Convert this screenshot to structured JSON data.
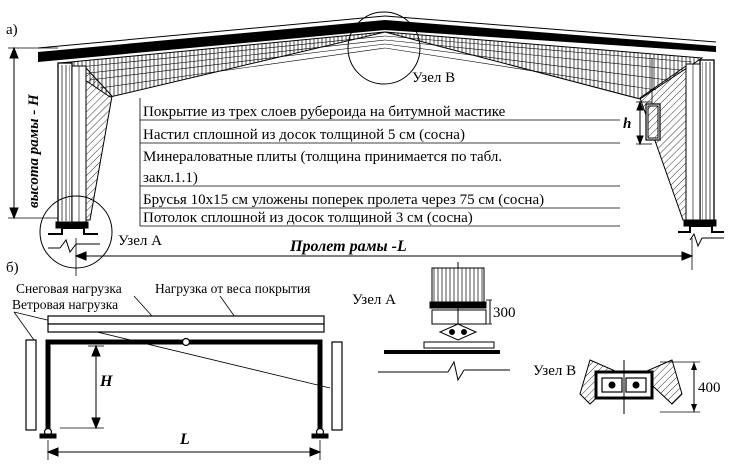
{
  "labels": {
    "part_a": "а)",
    "part_b": "б)",
    "frame_height": "высота рамы - H",
    "h_symbol": "h",
    "node_a": "Узел А",
    "node_b": "Узел В",
    "span": "Пролет рамы -L",
    "snow_load": "Снеговая нагрузка",
    "wind_load": "Ветровая нагрузка",
    "roof_load": "Нагрузка от веса покрытия",
    "H": "H",
    "L": "L",
    "node_a_detail": "Узел А",
    "node_b_detail": "Узел В",
    "dim_300": "300",
    "dim_400": "400"
  },
  "layers": [
    "Покрытие из трех слоев рубероида на битумной мастике",
    "Настил сплошной из досок толщиной 5 см (сосна)",
    "Минераловатные плиты (толщина принимается по табл.",
    "закл.1.1)",
    "Брусья 10х15 см уложены поперек пролета через 75 см (сосна)",
    "Потолок сплошной из досок толщиной 3 см (сосна)"
  ]
}
